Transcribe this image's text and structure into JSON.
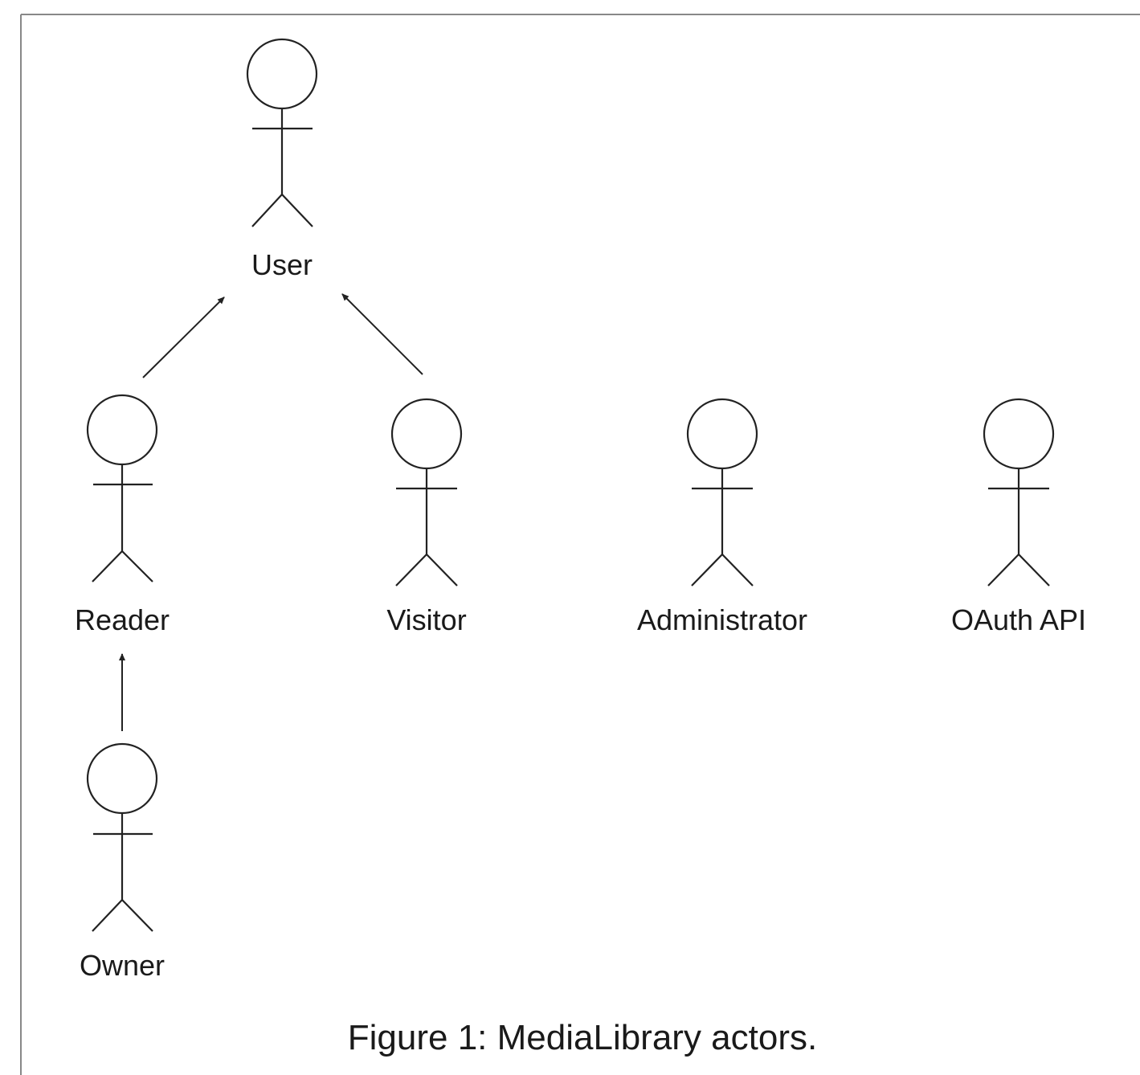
{
  "diagram": {
    "caption": "Figure 1: MediaLibrary actors.",
    "actors": [
      {
        "id": "user",
        "name": "User"
      },
      {
        "id": "reader",
        "name": "Reader"
      },
      {
        "id": "visitor",
        "name": "Visitor"
      },
      {
        "id": "administrator",
        "name": "Administrator"
      },
      {
        "id": "oauth-api",
        "name": "OAuth API"
      },
      {
        "id": "owner",
        "name": "Owner"
      }
    ],
    "generalizations": [
      {
        "from": "reader",
        "to": "user"
      },
      {
        "from": "visitor",
        "to": "user"
      },
      {
        "from": "owner",
        "to": "reader"
      }
    ],
    "colors": {
      "stroke": "#222222",
      "text": "#1a1a1a",
      "border": "#888888",
      "background": "#ffffff"
    }
  }
}
